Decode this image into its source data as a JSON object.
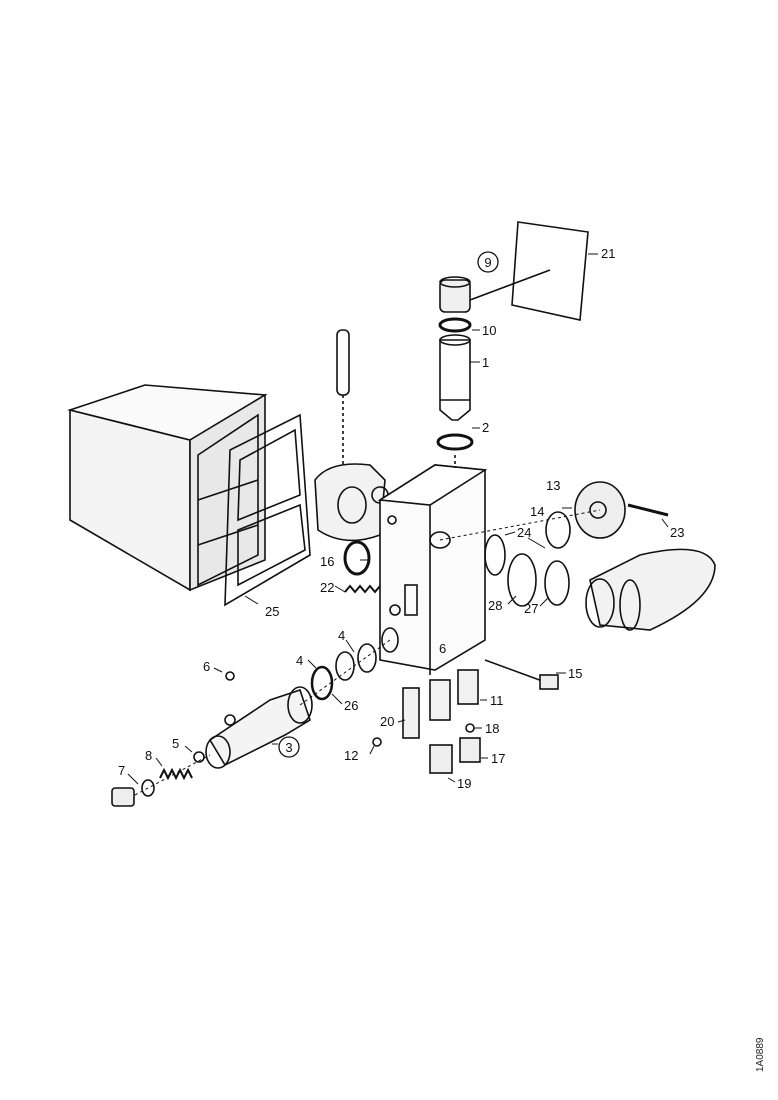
{
  "part_labels": {
    "p1": "1",
    "p2": "2",
    "p3": "3",
    "p4a": "4",
    "p4b": "4",
    "p5": "5",
    "p6": "6",
    "p7": "7",
    "p8": "8",
    "p9": "9",
    "p10": "10",
    "p11": "11",
    "p12": "12",
    "p13": "13",
    "p14": "14",
    "p15": "15",
    "p16": "16",
    "p17": "17",
    "p18": "18",
    "p19": "19",
    "p20": "20",
    "p21": "21",
    "p22": "22",
    "p23": "23",
    "p24": "24",
    "p25": "25",
    "p26": "26",
    "p27": "27",
    "p28": "28"
  },
  "drawing_ref": "1A0889"
}
